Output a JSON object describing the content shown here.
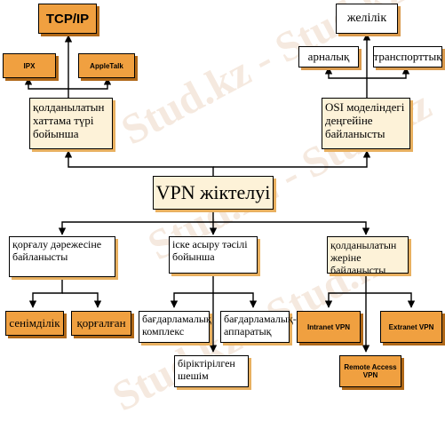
{
  "diagram": {
    "title": "VPN жіктелуі",
    "left_top": {
      "label": "қолданылатын хаттама түрі бойынша",
      "parent": "TCP/IP",
      "children": [
        "IPX",
        "AppleTalk"
      ]
    },
    "right_top": {
      "label": "OSI моделіндегі деңгейіне байланысты",
      "parent": "желілік",
      "children": [
        "арналық",
        "транспорттық"
      ]
    },
    "bottom_left": {
      "label": "қорғалу дәрежесіне байланысты",
      "children": [
        "сенімділік",
        "қорғалған"
      ]
    },
    "bottom_mid": {
      "label": "іске асыру тәсілі бойынша",
      "children": [
        "бағдарламалық комплекс",
        "бағдарламалық-аппаратық"
      ],
      "extra": "біріктірілген шешім"
    },
    "bottom_right": {
      "label": "қолданылатын жеріне байланысты",
      "children": [
        "Intranet VPN",
        "Extranet VPN"
      ],
      "extra": "Remote Access VPN"
    }
  },
  "watermark": "Stud.kz - Stud.kz",
  "colors": {
    "orange": "#f0a040",
    "cream": "#fdf2d8",
    "shadow": "#e8b060"
  }
}
